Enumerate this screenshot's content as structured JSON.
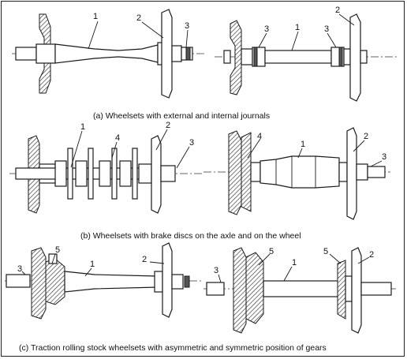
{
  "captions": {
    "a": "(a)  Wheelsets with external and internal journals",
    "b": "(b)  Wheelsets with brake discs on the axle and on the wheel",
    "c": "(c)  Traction rolling stock wheelsets with asymmetric and symmetric position of gears"
  },
  "labels": {
    "a_left": [
      "1",
      "2",
      "3"
    ],
    "a_right": [
      "3",
      "1",
      "3",
      "2"
    ],
    "b_left": [
      "1",
      "4",
      "2",
      "3"
    ],
    "b_right": [
      "4",
      "1",
      "2",
      "3"
    ],
    "c_left": [
      "5",
      "3",
      "1",
      "2"
    ],
    "c_right": [
      "5",
      "1",
      "3",
      "5",
      "2"
    ]
  }
}
